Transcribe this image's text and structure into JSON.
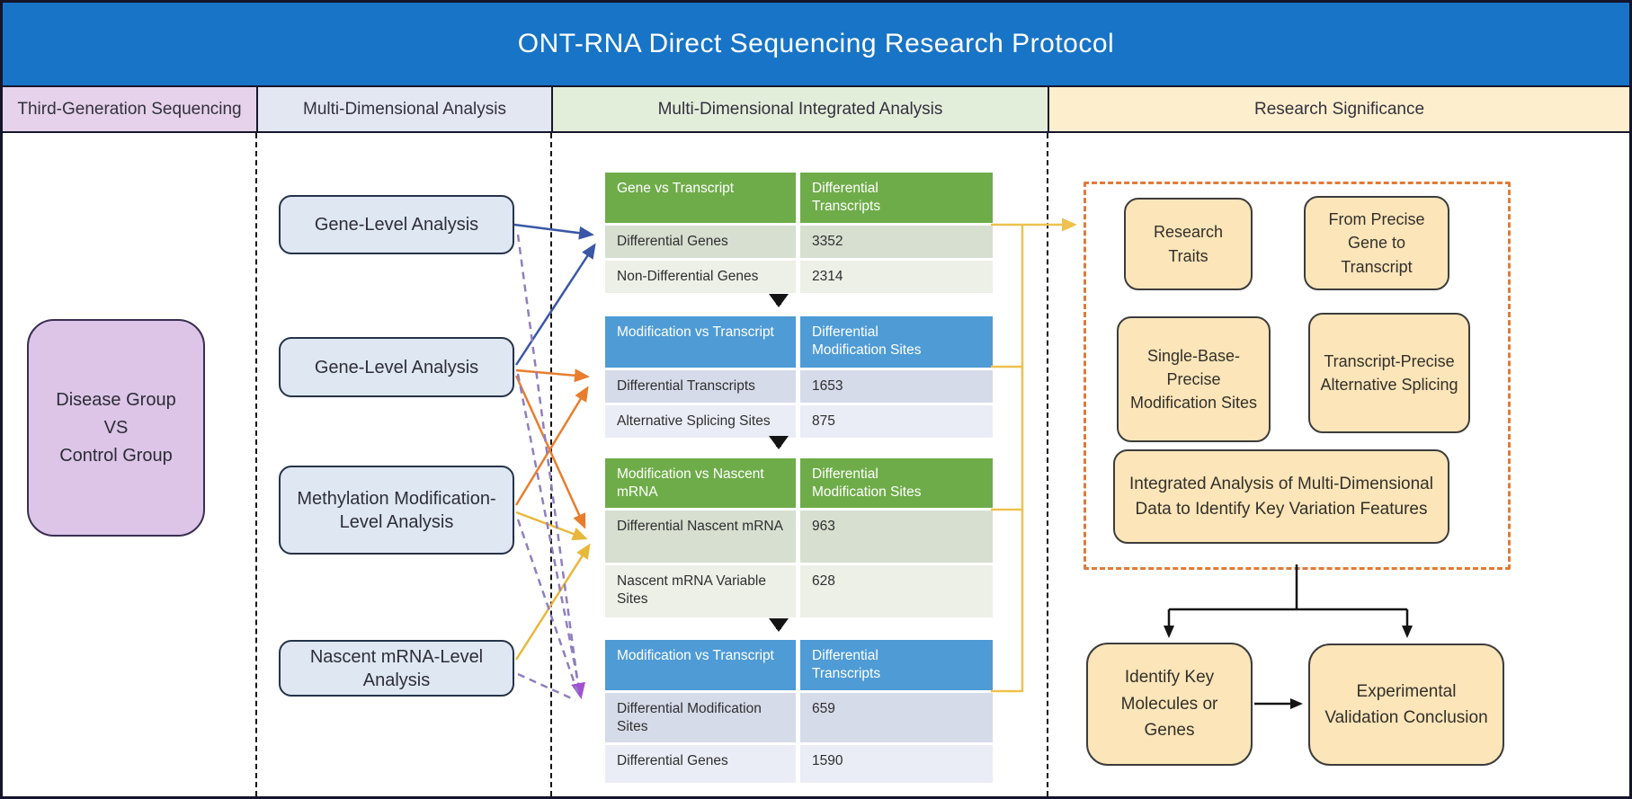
{
  "title": "ONT-RNA Direct Sequencing Research Protocol",
  "columns": [
    {
      "label": "Third-Generation Sequencing"
    },
    {
      "label": "Multi-Dimensional Analysis"
    },
    {
      "label": "Multi-Dimensional Integrated Analysis"
    },
    {
      "label": "Research Significance"
    }
  ],
  "source_box": {
    "text": "Disease Group\nVS\nControl Group"
  },
  "analysis_boxes": [
    {
      "label": "Gene-Level Analysis"
    },
    {
      "label": "Gene-Level Analysis"
    },
    {
      "label": "Methylation Modification-Level Analysis"
    },
    {
      "label": "Nascent mRNA-Level Analysis"
    }
  ],
  "tables": [
    {
      "topic": "Gene vs Transcript",
      "metric": "Differential Transcripts",
      "rows": [
        {
          "label": "Differential Genes",
          "value": "3352"
        },
        {
          "label": "Non-Differential Genes",
          "value": "2314"
        }
      ]
    },
    {
      "topic": "Modification vs Transcript",
      "metric": "Differential Modification Sites",
      "rows": [
        {
          "label": "Differential Transcripts",
          "value": "1653"
        },
        {
          "label": "Alternative Splicing Sites",
          "value": "875"
        }
      ]
    },
    {
      "topic": "Modification vs Nascent mRNA",
      "metric": "Differential Modification Sites",
      "rows": [
        {
          "label": "Differential Nascent mRNA",
          "value": "963"
        },
        {
          "label": "Nascent mRNA Variable Sites",
          "value": "628"
        }
      ]
    },
    {
      "topic": "Modification vs Transcript",
      "metric": "Differential Transcripts",
      "rows": [
        {
          "label": "Differential Modification Sites",
          "value": "659"
        },
        {
          "label": "Differential Genes",
          "value": "1590"
        }
      ]
    }
  ],
  "significance": {
    "boxes": [
      {
        "label": "Research Traits"
      },
      {
        "label": "From Precise Gene to Transcript"
      },
      {
        "label": "Single-Base-Precise Modification Sites"
      },
      {
        "label": "Transcript-Precise Alternative Splicing"
      },
      {
        "label": "Integrated Analysis of Multi-Dimensional Data to Identify Key Variation Features"
      }
    ],
    "outcomes": [
      {
        "label": "Identify Key Molecules or Genes"
      },
      {
        "label": "Experimental Validation Conclusion"
      }
    ]
  },
  "colors": {
    "title_bar": "#1874C6",
    "col1_header_bg": "#E6D2EA",
    "col2_header_bg": "#E3E7F2",
    "col3_header_bg": "#E3EEDA",
    "col4_header_bg": "#FDEFCD",
    "green_table_header": "#6EAC49",
    "blue_table_header": "#4E9BD6",
    "source_box_bg": "#DCC5E6",
    "analysis_box_bg": "#DEE7F2",
    "significance_box_bg": "#FBE5B9",
    "dashed_frame": "#E07B39",
    "arrow_blue": "#3A57A7",
    "arrow_orange": "#E87D2E",
    "arrow_gold": "#E8B83C",
    "arrow_purple_dash": "#8F7FBE",
    "purple_arrowhead": "#A24FD4",
    "connector_gold": "#EFC14E",
    "connector_black": "#141414"
  }
}
